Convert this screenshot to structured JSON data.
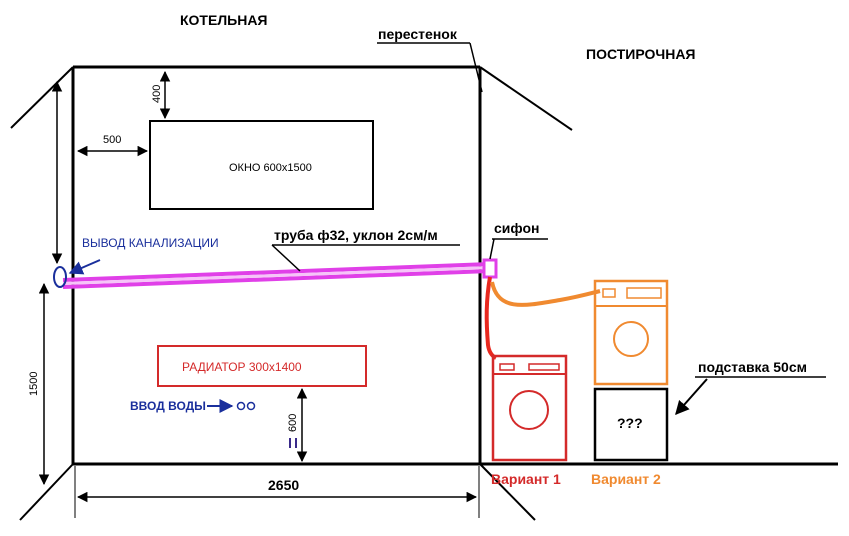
{
  "rooms": {
    "left": "КОТЕЛЬНАЯ",
    "right": "ПОСТИРОЧНАЯ",
    "partition": "перестенок"
  },
  "window": {
    "label": "ОКНО  600х1500",
    "top_offset": "400",
    "left_offset": "500"
  },
  "drain": {
    "outlet_label": "ВЫВОД КАНАЛИЗАЦИИ",
    "pipe_label": "труба ф32, уклон 2см/м",
    "siphon_label": "сифон"
  },
  "radiator": {
    "label": "РАДИАТОР 300х1400",
    "height": "600"
  },
  "water": {
    "inlet_label": "ВВОД ВОДЫ"
  },
  "dimensions": {
    "wall_height": "1500",
    "room_width": "2650"
  },
  "washers": {
    "variant1": "Вариант 1",
    "variant2": "Вариант 2",
    "stand_label": "подставка 50см",
    "stand_mark": "???"
  },
  "colors": {
    "variant1": "#d42a2a",
    "variant2": "#f08a30",
    "pipe": "#e040e8",
    "blue": "#1a2f9c",
    "line": "#000000"
  }
}
